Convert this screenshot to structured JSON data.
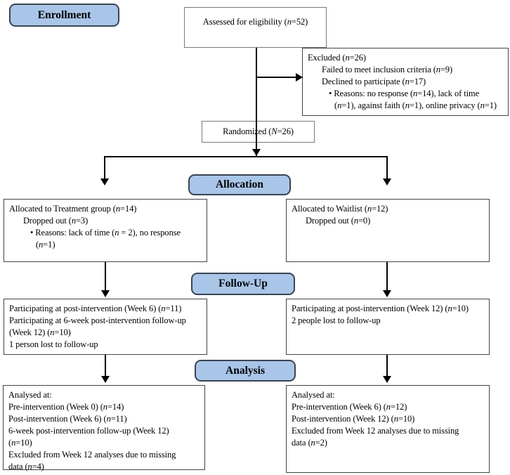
{
  "colors": {
    "background": "#ffffff",
    "text": "#000000",
    "arrow": "#000000",
    "box_border": "#444444",
    "box_border_light": "#7a7a7a",
    "stage_fill": "#a9c5e8",
    "stage_border": "#3a4552"
  },
  "stage_labels": {
    "enrollment": "Enrollment",
    "allocation": "Allocation",
    "followup": "Follow-Up",
    "analysis": "Analysis"
  },
  "boxes": {
    "assessed": {
      "lines": [
        {
          "text": "Assessed for eligibility (n=52)",
          "indent": 0
        }
      ]
    },
    "excluded": {
      "lines": [
        {
          "text": "Excluded (n=26)",
          "indent": 0
        },
        {
          "text": "Failed to meet inclusion criteria (n=9)",
          "indent": 1
        },
        {
          "text": "Declined to participate (n=17)",
          "indent": 1
        },
        {
          "text": "• Reasons: no response (n=14), lack of time",
          "indent": 2
        },
        {
          "text": "(n=1), against faith (n=1), online privacy (n=1)",
          "indent": 3
        }
      ]
    },
    "randomized": {
      "lines": [
        {
          "text": "Randomized (N=26)",
          "indent": 0
        }
      ]
    },
    "allocated_treatment": {
      "lines": [
        {
          "text": "Allocated to Treatment group (n=14)",
          "indent": 0
        },
        {
          "text": "Dropped out (n=3)",
          "indent": 1
        },
        {
          "text": "• Reasons: lack of time (n = 2), no response",
          "indent": 2
        },
        {
          "text": "(n=1)",
          "indent": 3
        }
      ]
    },
    "allocated_waitlist": {
      "lines": [
        {
          "text": "Allocated to Waitlist (n=12)",
          "indent": 0
        },
        {
          "text": "Dropped out (n=0)",
          "indent": 1
        }
      ]
    },
    "followup_treatment": {
      "lines": [
        {
          "text": "Participating at post-intervention (Week 6) (n=11)",
          "indent": 0
        },
        {
          "text": "Participating at 6-week post-intervention follow-up",
          "indent": 0
        },
        {
          "text": "(Week 12) (n=10)",
          "indent": 0
        },
        {
          "text": "1 person lost to follow-up",
          "indent": 0
        }
      ]
    },
    "followup_waitlist": {
      "lines": [
        {
          "text": "Participating at post-intervention (Week 12) (n=10)",
          "indent": 0
        },
        {
          "text": "2 people lost to follow-up",
          "indent": 0
        }
      ]
    },
    "analysis_treatment": {
      "lines": [
        {
          "text": "Analysed at:",
          "indent": 0
        },
        {
          "text": "Pre-intervention (Week 0) (n=14)",
          "indent": 0
        },
        {
          "text": "Post-intervention (Week 6) (n=11)",
          "indent": 0
        },
        {
          "text": "6-week post-intervention follow-up (Week 12)",
          "indent": 0
        },
        {
          "text": "(n=10)",
          "indent": 0
        },
        {
          "text": "Excluded from Week 12 analyses due to missing",
          "indent": 0
        },
        {
          "text": "data (n=4)",
          "indent": 0
        }
      ]
    },
    "analysis_waitlist": {
      "lines": [
        {
          "text": "Analysed at:",
          "indent": 0
        },
        {
          "text": "Pre-intervention (Week 6) (n=12)",
          "indent": 0
        },
        {
          "text": "Post-intervention (Week 12) (n=10)",
          "indent": 0
        },
        {
          "text": "Excluded from Week 12 analyses due to missing",
          "indent": 0
        },
        {
          "text": "data (n=2)",
          "indent": 0
        }
      ]
    }
  }
}
